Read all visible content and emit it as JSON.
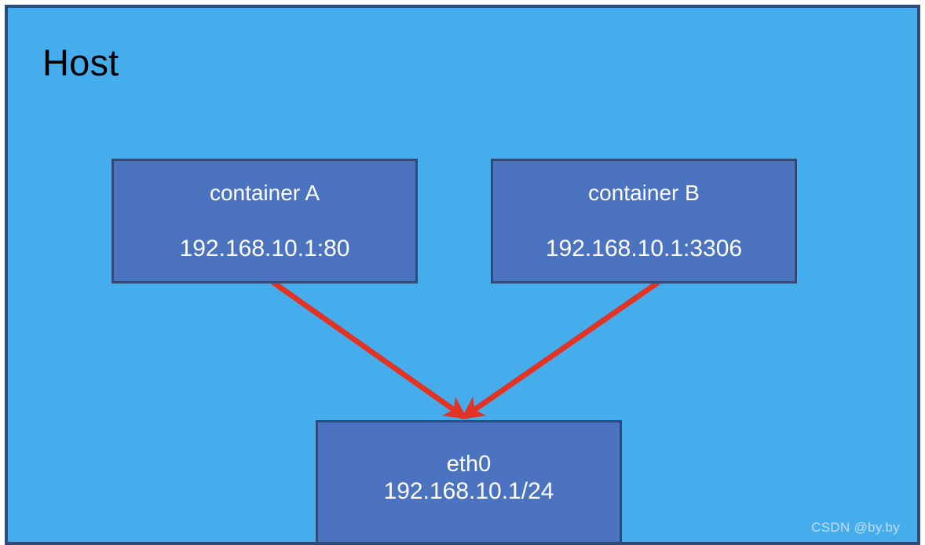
{
  "diagram": {
    "title": "Host",
    "watermark": "CSDN @by.by",
    "colors": {
      "host_background": "#45adec",
      "host_border": "#2f4a78",
      "node_fill": "#4c73bf",
      "node_border": "#2f4a78",
      "node_text": "#ffffff",
      "title_text": "#000000",
      "arrow": "#e23425",
      "page_background": "#ffffff"
    },
    "nodes": [
      {
        "id": "container-a",
        "name": "container A",
        "address": "192.168.10.1:80"
      },
      {
        "id": "container-b",
        "name": "container B",
        "address": "192.168.10.1:3306"
      },
      {
        "id": "eth0",
        "name": "eth0",
        "address": "192.168.10.1/24"
      }
    ],
    "connections": [
      {
        "from": "container-a",
        "to": "eth0",
        "style": "arrow",
        "color": "#e23425"
      },
      {
        "from": "container-b",
        "to": "eth0",
        "style": "arrow",
        "color": "#e23425"
      }
    ]
  }
}
